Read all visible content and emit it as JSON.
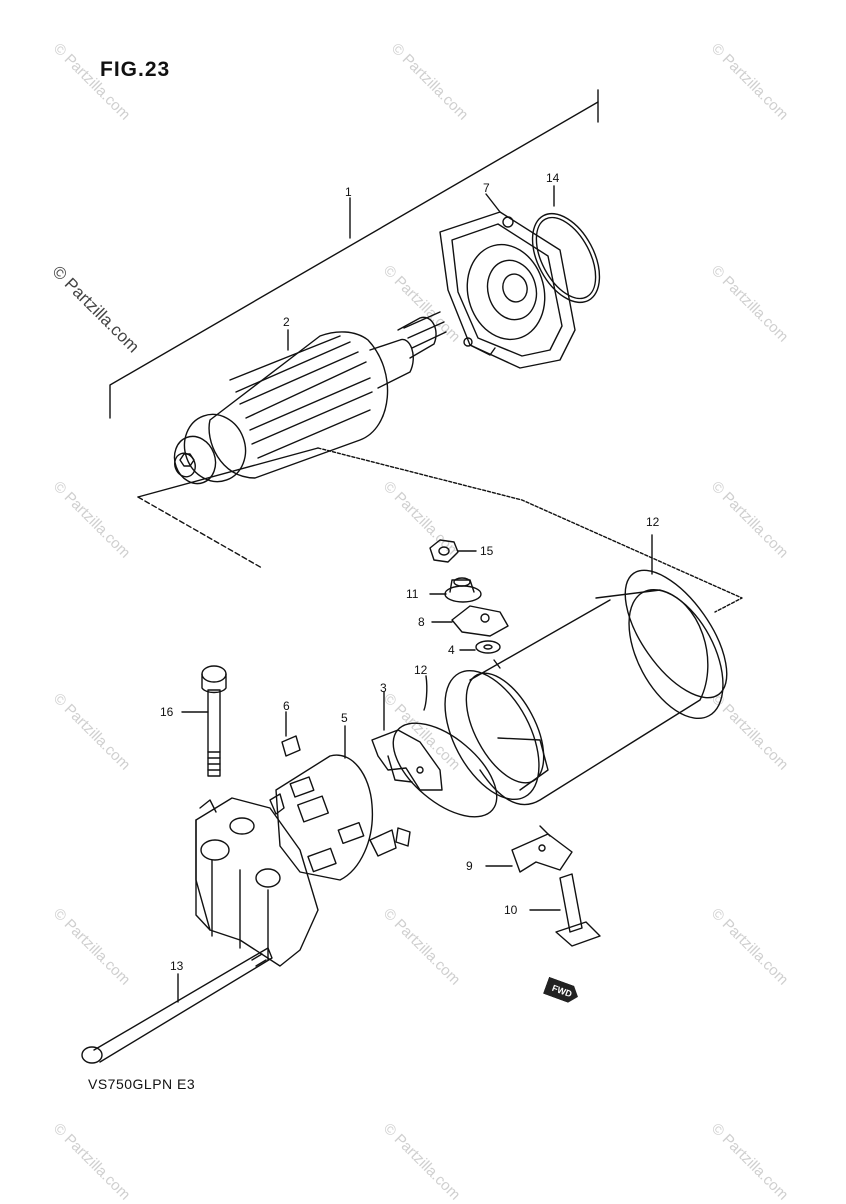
{
  "figure": {
    "title": "FIG.23",
    "model": "VS750GLPN  E3"
  },
  "watermark": {
    "text": "© Partzilla.com"
  },
  "fwd_label": "FWD",
  "callouts": {
    "c1": "1",
    "c2": "2",
    "c3": "3",
    "c4": "4",
    "c5": "5",
    "c6": "6",
    "c7": "7",
    "c8": "8",
    "c9": "9",
    "c10": "10",
    "c11": "11",
    "c12a": "12",
    "c12b": "12",
    "c13": "13",
    "c14": "14",
    "c15": "15",
    "c16": "16"
  }
}
